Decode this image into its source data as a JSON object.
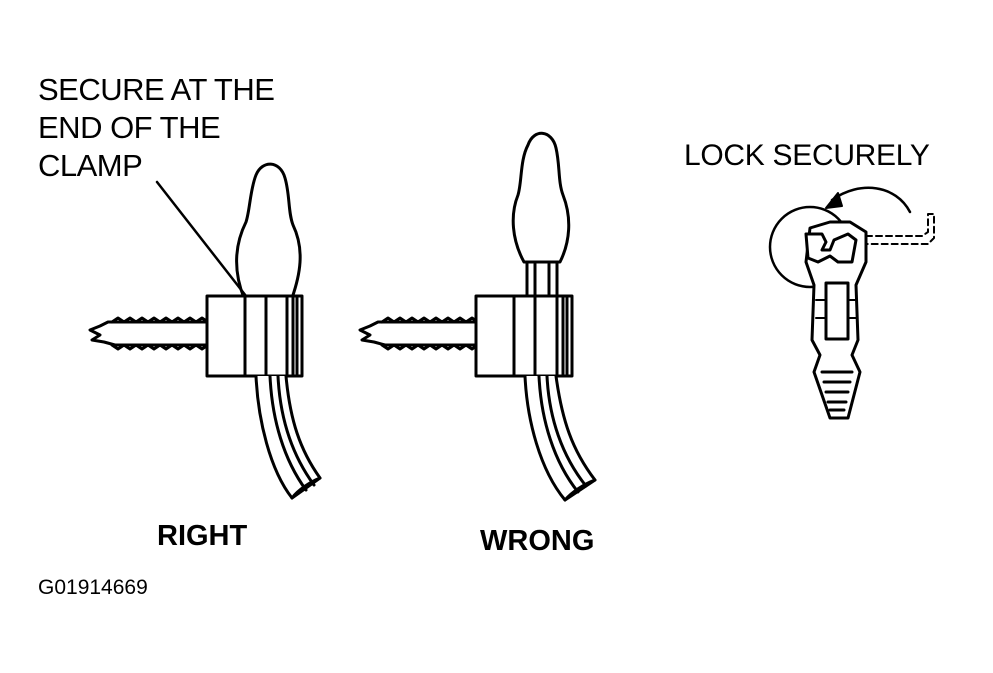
{
  "callout": {
    "lines": [
      "SECURE AT THE",
      "END OF THE",
      "CLAMP"
    ]
  },
  "lock_label": "LOCK SECURELY",
  "right_label": "RIGHT",
  "wrong_label": "WRONG",
  "figure_id": "G01914669",
  "colors": {
    "ink": "#000000",
    "paper": "#ffffff"
  }
}
